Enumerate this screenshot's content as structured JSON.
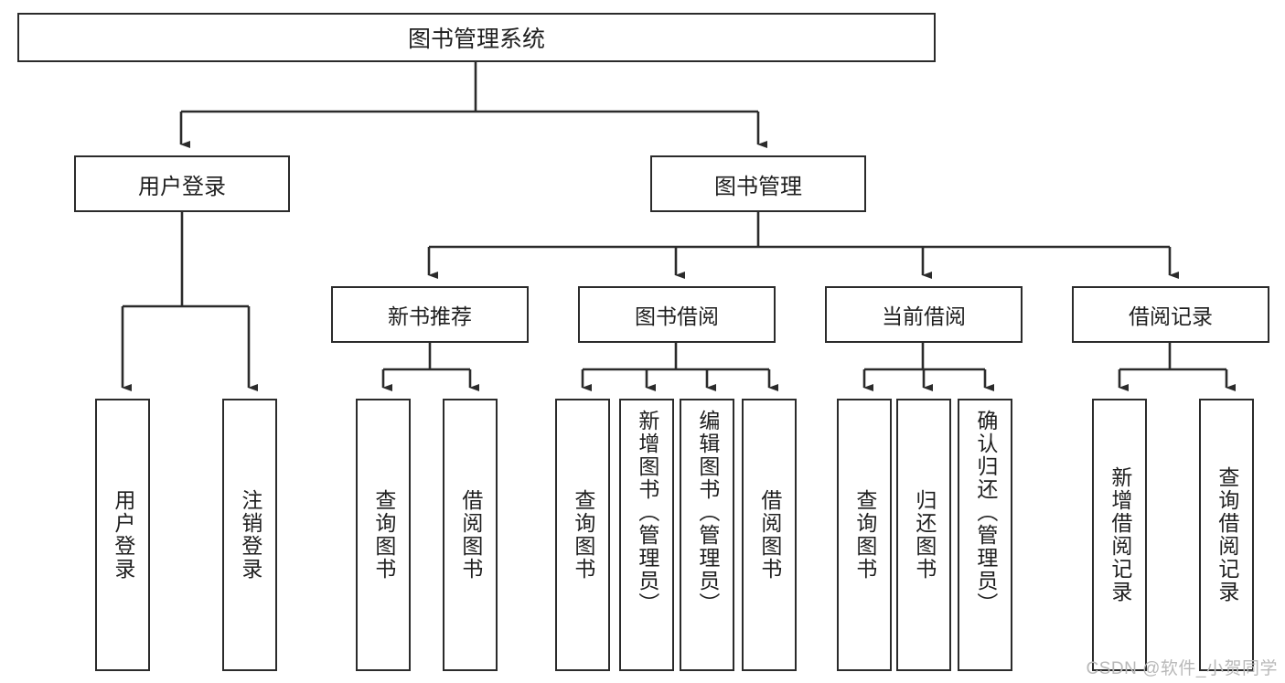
{
  "diagram": {
    "title": "图书管理系统",
    "type": "hierarchy-tree",
    "watermark": "CSDN @软件_小贺同学",
    "colors": {
      "box_border": "#2b2b2b",
      "box_fill": "#ffffff",
      "text": "#1f1f1f",
      "edge": "#2b2b2b",
      "watermark": "#b9b9b9",
      "background": "#ffffff"
    },
    "root": {
      "label": "图书管理系统"
    },
    "level2": [
      {
        "label": "用户登录"
      },
      {
        "label": "图书管理"
      }
    ],
    "level3": [
      {
        "label": "新书推荐"
      },
      {
        "label": "图书借阅"
      },
      {
        "label": "当前借阅"
      },
      {
        "label": "借阅记录"
      }
    ],
    "leaves": {
      "user_login": [
        {
          "label": "用户登录"
        },
        {
          "label": "注销登录"
        }
      ],
      "new_book_recommend": [
        {
          "label": "查询图书"
        },
        {
          "label": "借阅图书"
        }
      ],
      "book_borrow": [
        {
          "label": "查询图书"
        },
        {
          "label": "新增图书（管理员）"
        },
        {
          "label": "编辑图书（管理员）"
        },
        {
          "label": "借阅图书"
        }
      ],
      "current_borrow": [
        {
          "label": "查询图书"
        },
        {
          "label": "归还图书"
        },
        {
          "label": "确认归还（管理员）"
        }
      ],
      "borrow_record": [
        {
          "label": "新增借阅记录"
        },
        {
          "label": "查询借阅记录"
        }
      ]
    }
  }
}
